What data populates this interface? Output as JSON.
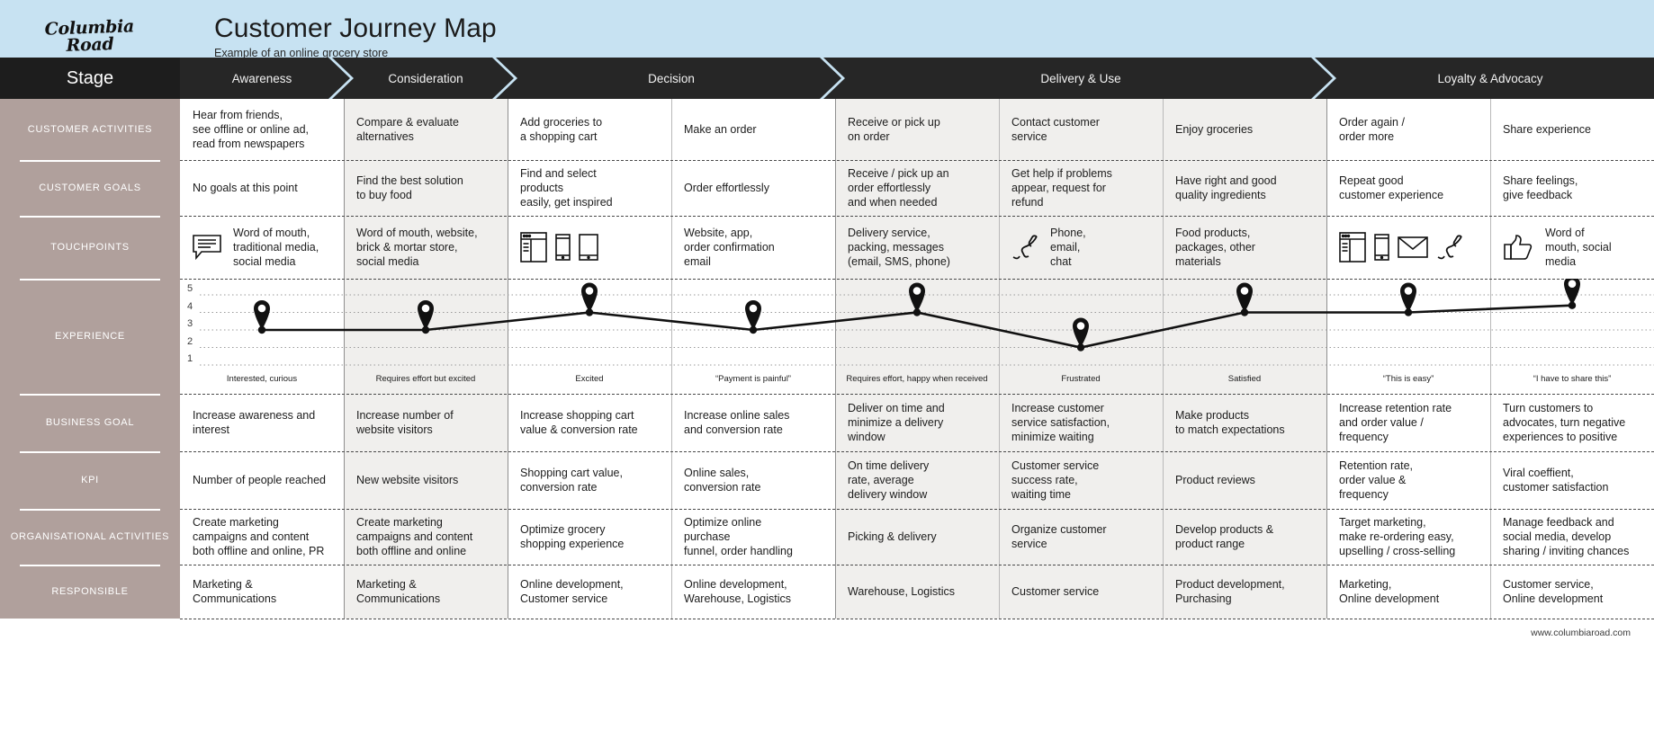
{
  "header": {
    "logo_line1": "Columbia",
    "logo_line2": "Road",
    "title": "Customer Journey Map",
    "subtitle": "Example of an online grocery store",
    "bg_color": "#c7e2f2"
  },
  "stage_header": {
    "row_label": "Stage",
    "stages": [
      {
        "label": "Awareness",
        "cols": 1
      },
      {
        "label": "Consideration",
        "cols": 1
      },
      {
        "label": "Decision",
        "cols": 2
      },
      {
        "label": "Delivery & Use",
        "cols": 3
      },
      {
        "label": "Loyalty & Advocacy",
        "cols": 2
      }
    ],
    "bg_color": "#262626",
    "chevron_color": "#c7e2f2"
  },
  "row_labels": [
    "CUSTOMER ACTIVITIES",
    "CUSTOMER GOALS",
    "TOUCHPOINTS",
    "EXPERIENCE",
    "BUSINESS GOAL",
    "KPI",
    "ORGANISATIONAL ACTIVITIES",
    "RESPONSIBLE"
  ],
  "sidebar_bg": "#b0a09c",
  "columns": [
    "Awareness",
    "Consideration",
    "Decision A",
    "Decision B",
    "Delivery A",
    "Delivery B",
    "Delivery C",
    "Loyalty A",
    "Loyalty B"
  ],
  "rows": {
    "customer_activities": [
      "Hear from friends,\nsee offline or online ad,\nread from newspapers",
      "Compare & evaluate\nalternatives",
      "Add groceries to\na shopping cart",
      "Make an order",
      "Receive or pick up\non order",
      "Contact customer\nservice",
      "Enjoy groceries",
      "Order again /\norder more",
      "Share experience"
    ],
    "customer_goals": [
      "No goals at this point",
      "Find the best solution\nto buy food",
      "Find and select\nproducts\neasily, get inspired",
      "Order effortlessly",
      "Receive / pick up an\norder effortlessly\nand when needed",
      "Get help if problems\nappear, request for\nrefund",
      "Have right and good\nquality ingredients",
      "Repeat good\ncustomer experience",
      "Share feelings,\ngive feedback"
    ],
    "touchpoints": [
      {
        "icons": [
          "speech-bubble-icon"
        ],
        "text": "Word of mouth,\ntraditional media,\nsocial media"
      },
      {
        "icons": [],
        "text": "Word of mouth, website,\nbrick & mortar store,\nsocial media"
      },
      {
        "icons": [
          "browser-window-icon",
          "mobile-phone-icon",
          "tablet-icon"
        ],
        "text": ""
      },
      {
        "icons": [],
        "text": "Website, app,\norder confirmation\nemail"
      },
      {
        "icons": [],
        "text": "Delivery service,\npacking, messages\n(email, SMS, phone)"
      },
      {
        "icons": [
          "phone-handset-icon"
        ],
        "text": "Phone,\nemail,\nchat"
      },
      {
        "icons": [],
        "text": "Food products,\npackages, other\nmaterials"
      },
      {
        "icons": [
          "browser-window-icon",
          "mobile-phone-icon",
          "envelope-icon",
          "phone-handset-icon"
        ],
        "text": ""
      },
      {
        "icons": [
          "thumbs-up-icon"
        ],
        "text": "Word of\nmouth, social\nmedia"
      }
    ],
    "business_goal": [
      "Increase awareness and\ninterest",
      "Increase number of\nwebsite visitors",
      "Increase shopping cart\nvalue & conversion rate",
      "Increase online sales\nand conversion rate",
      "Deliver on time and\nminimize a delivery\nwindow",
      "Increase customer\nservice satisfaction,\nminimize waiting",
      "Make products\nto match expectations",
      "Increase retention rate\nand order value /\nfrequency",
      "Turn customers to\nadvocates, turn negative\nexperiences to positive"
    ],
    "kpi": [
      "Number of people reached",
      "New website visitors",
      "Shopping cart value,\nconversion rate",
      "Online sales,\nconversion rate",
      "On time delivery\nrate, average\ndelivery window",
      "Customer service\nsuccess rate,\nwaiting time",
      "Product reviews",
      "Retention rate,\norder value &\nfrequency",
      "Viral coeffient,\ncustomer satisfaction"
    ],
    "organisational_activities": [
      "Create marketing\ncampaigns and content\nboth offline and online, PR",
      "Create marketing\ncampaigns and content\nboth offline and online",
      "Optimize grocery\nshopping experience",
      "Optimize online\npurchase\nfunnel, order handling",
      "Picking & delivery",
      "Organize customer\nservice",
      "Develop products &\nproduct range",
      "Target marketing,\nmake re-ordering easy,\nupselling / cross-selling",
      "Manage feedback and\nsocial media, develop\nsharing / inviting chances"
    ],
    "responsible": [
      "Marketing &\nCommunications",
      "Marketing &\nCommunications",
      "Online development,\nCustomer service",
      "Online development,\nWarehouse, Logistics",
      "Warehouse, Logistics",
      "Customer service",
      "Product development,\nPurchasing",
      "Marketing,\nOnline development",
      "Customer service,\nOnline development"
    ]
  },
  "chart_data": {
    "type": "line",
    "title": "EXPERIENCE",
    "ylabel": "",
    "xlabel": "",
    "ylim": [
      1,
      5
    ],
    "ytick_labels": [
      "5",
      "4",
      "3",
      "2",
      "1"
    ],
    "grid": true,
    "categories": [
      "Awareness",
      "Consideration",
      "Decision A",
      "Decision B",
      "Delivery A",
      "Delivery B",
      "Delivery C",
      "Loyalty A",
      "Loyalty B"
    ],
    "values": [
      3,
      3,
      4,
      3,
      4,
      2,
      4,
      4,
      4.4
    ],
    "pin_marker": "map-pin-icon",
    "point_labels": [
      "Interested, curious",
      "Requires effort but excited",
      "Excited",
      "“Payment is painful”",
      "Requires effort, happy when received",
      "Frustrated",
      "Satisfied",
      "“This is easy”",
      "“I have to share this”"
    ],
    "line_color": "#111111"
  },
  "footer": {
    "url": "www.columbiaroad.com"
  }
}
